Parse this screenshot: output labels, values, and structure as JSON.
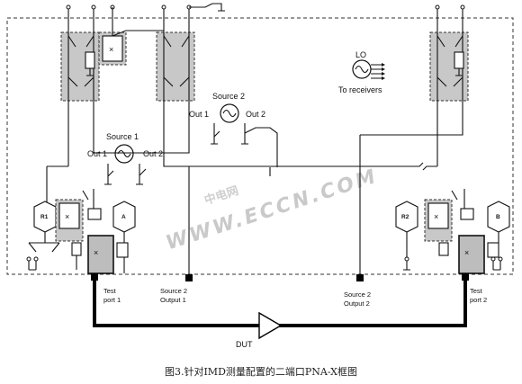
{
  "labels": {
    "lo": "LO",
    "to_receivers": "To receivers",
    "source2": "Source 2",
    "source2_out1": "Out 1",
    "source2_out2": "Out 2",
    "source1": "Source 1",
    "source1_out1": "Out 1",
    "source1_out2": "Out 2",
    "r1": "R1",
    "a": "A",
    "r2": "R2",
    "b": "B",
    "test_port1_l1": "Test",
    "test_port1_l2": "port 1",
    "test_port2_l1": "Test",
    "test_port2_l2": "port 2",
    "src2_output1_l1": "Source 2",
    "src2_output1_l2": "Output 1",
    "src2_output2_l1": "Source 2",
    "src2_output2_l2": "Output 2",
    "dut": "DUT"
  },
  "watermark": {
    "latin": "WWW.ECCN.COM",
    "cjk": "中电网"
  },
  "caption": "图3.针对IMD测量配置的二端口PNA-X框图",
  "icons": {
    "switch": "switch-icon",
    "mixer": "mixer-icon",
    "source": "sine-source-icon",
    "ground": "ground-icon",
    "attenuator": "attenuator-icon",
    "amplifier": "amplifier-triangle-icon"
  }
}
